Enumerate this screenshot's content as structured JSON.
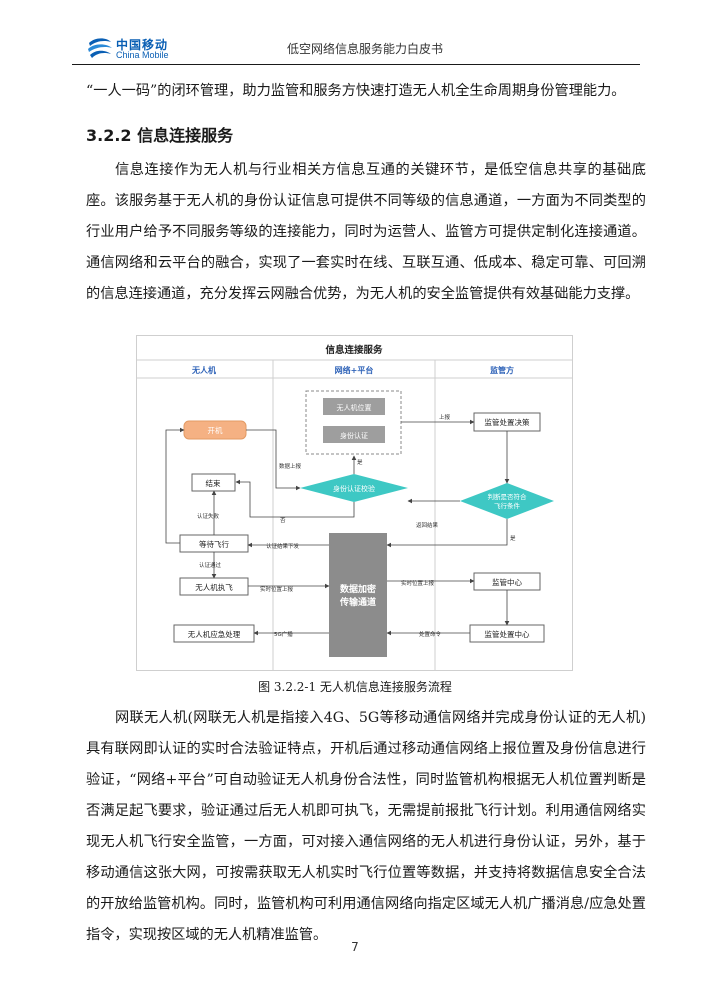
{
  "header": {
    "logo_cn": "中国移动",
    "logo_en": "China Mobile",
    "doc_title": "低空网络信息服务能力白皮书",
    "brand_color": "#0a5fb4"
  },
  "content": {
    "para1": "“一人一码”的闭环管理，助力监管和服务方快速打造无人机全生命周期身份管理能力。",
    "section_heading": "3.2.2 信息连接服务",
    "para2": "信息连接作为无人机与行业相关方信息互通的关键环节，是低空信息共享的基础底座。该服务基于无人机的身份认证信息可提供不同等级的信息通道，一方面为不同类型的行业用户给予不同服务等级的连接能力，同时为运营人、监管方可提供定制化连接通道。通信网络和云平台的融合，实现了一套实时在线、互联互通、低成本、稳定可靠、可回溯的信息连接通道，充分发挥云网融合优势，为无人机的安全监管提供有效基础能力支撑。",
    "para3": "网联无人机(网联无人机是指接入4G、5G等移动通信网络并完成身份认证的无人机)具有联网即认证的实时合法验证特点，开机后通过移动通信网络上报位置及身份信息进行验证，“网络+平台”可自动验证无人机身份合法性，同时监管机构根据无人机位置判断是否满足起飞要求，验证通过后无人机即可执飞，无需提前报批飞行计划。利用通信网络实现无人机飞行安全监管，一方面，可对接入通信网络的无人机进行身份认证，另外，基于移动通信这张大网，可按需获取无人机实时飞行位置等数据，并支持将数据信息安全合法的开放给监管机构。同时，监管机构可利用通信网络向指定区域无人机广播消息/应急处置指令，实现按区域的无人机精准监管。",
    "caption": "图 3.2.2-1 无人机信息连接服务流程",
    "page_number": "7"
  },
  "diagram": {
    "title": "信息连接服务",
    "lanes": [
      "无人机",
      "网络+平台",
      "监管方"
    ],
    "nodes": {
      "power_on": "开机",
      "end": "结束",
      "wait": "等待飞行",
      "execute": "无人机执飞",
      "emergency": "无人机应急处理",
      "location": "无人机位置",
      "identity": "身份认证",
      "verify": "身份认证校验",
      "channel_line1": "数据加密",
      "channel_line2": "传输通道",
      "decision_center": "监管处置决策",
      "judge_line1": "判断是否符合",
      "judge_line2": "飞行条件",
      "supervision_center": "监管中心",
      "disposal_center": "监管处置中心"
    },
    "edges": {
      "data_report": "数据上报",
      "upload": "上报",
      "yes1": "是",
      "no1": "否",
      "auth_fail": "认证失败",
      "return_result": "返回结果",
      "yes2": "是",
      "auth_result_down": "认证结果下发",
      "auth_pass": "认证通过",
      "realtime_up1": "实时位置上报",
      "realtime_up2": "实时位置上报",
      "broadcast": "5G广播",
      "disposal_cmd": "处置命令"
    },
    "colors": {
      "orange": "#f5b183",
      "teal": "#3ec8c4",
      "gray_block": "#8c8c8c",
      "lane_header": "#2f63b8",
      "node_fill_gray": "#bfbfbf"
    }
  }
}
